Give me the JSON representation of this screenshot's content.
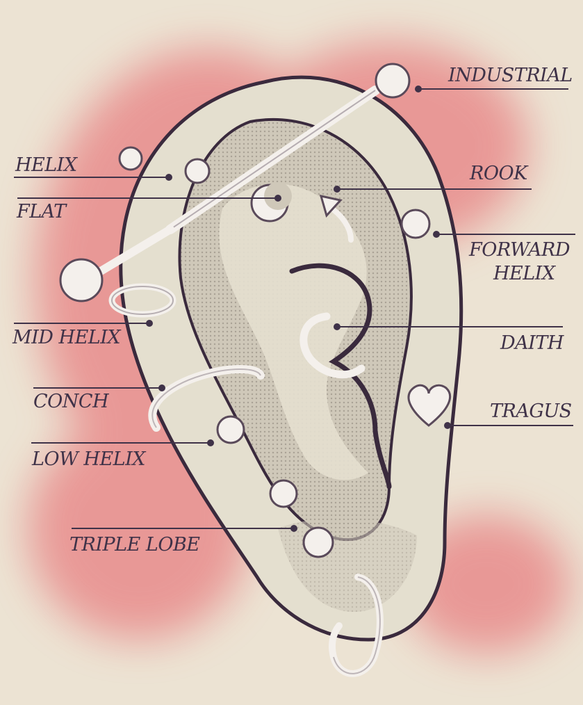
{
  "colors": {
    "background": "#ece3d3",
    "splash": "#e88c8c",
    "ear_fill": "#e4dfcf",
    "ear_shade": "#cfc8b9",
    "outline": "#3a2a3d",
    "jewelry": "#f4f0ec",
    "jewelry_outline": "#5a4a5a",
    "label_text": "#3f3248",
    "leader_line": "#3f3248"
  },
  "labels": {
    "industrial": "INDUSTRIAL",
    "helix": "HELIX",
    "rook": "ROOK",
    "flat": "FLAT",
    "forward_helix_line1": "FORWARD",
    "forward_helix_line2": "HELIX",
    "mid_helix": "MID HELIX",
    "daith": "DAITH",
    "conch": "CONCH",
    "tragus": "TRAGUS",
    "low_helix": "LOW HELIX",
    "triple_lobe": "TRIPLE LOBE"
  },
  "icons": {
    "moon": "crescent-moon-stud",
    "heart": "heart-stud",
    "spike": "spike-bar"
  }
}
